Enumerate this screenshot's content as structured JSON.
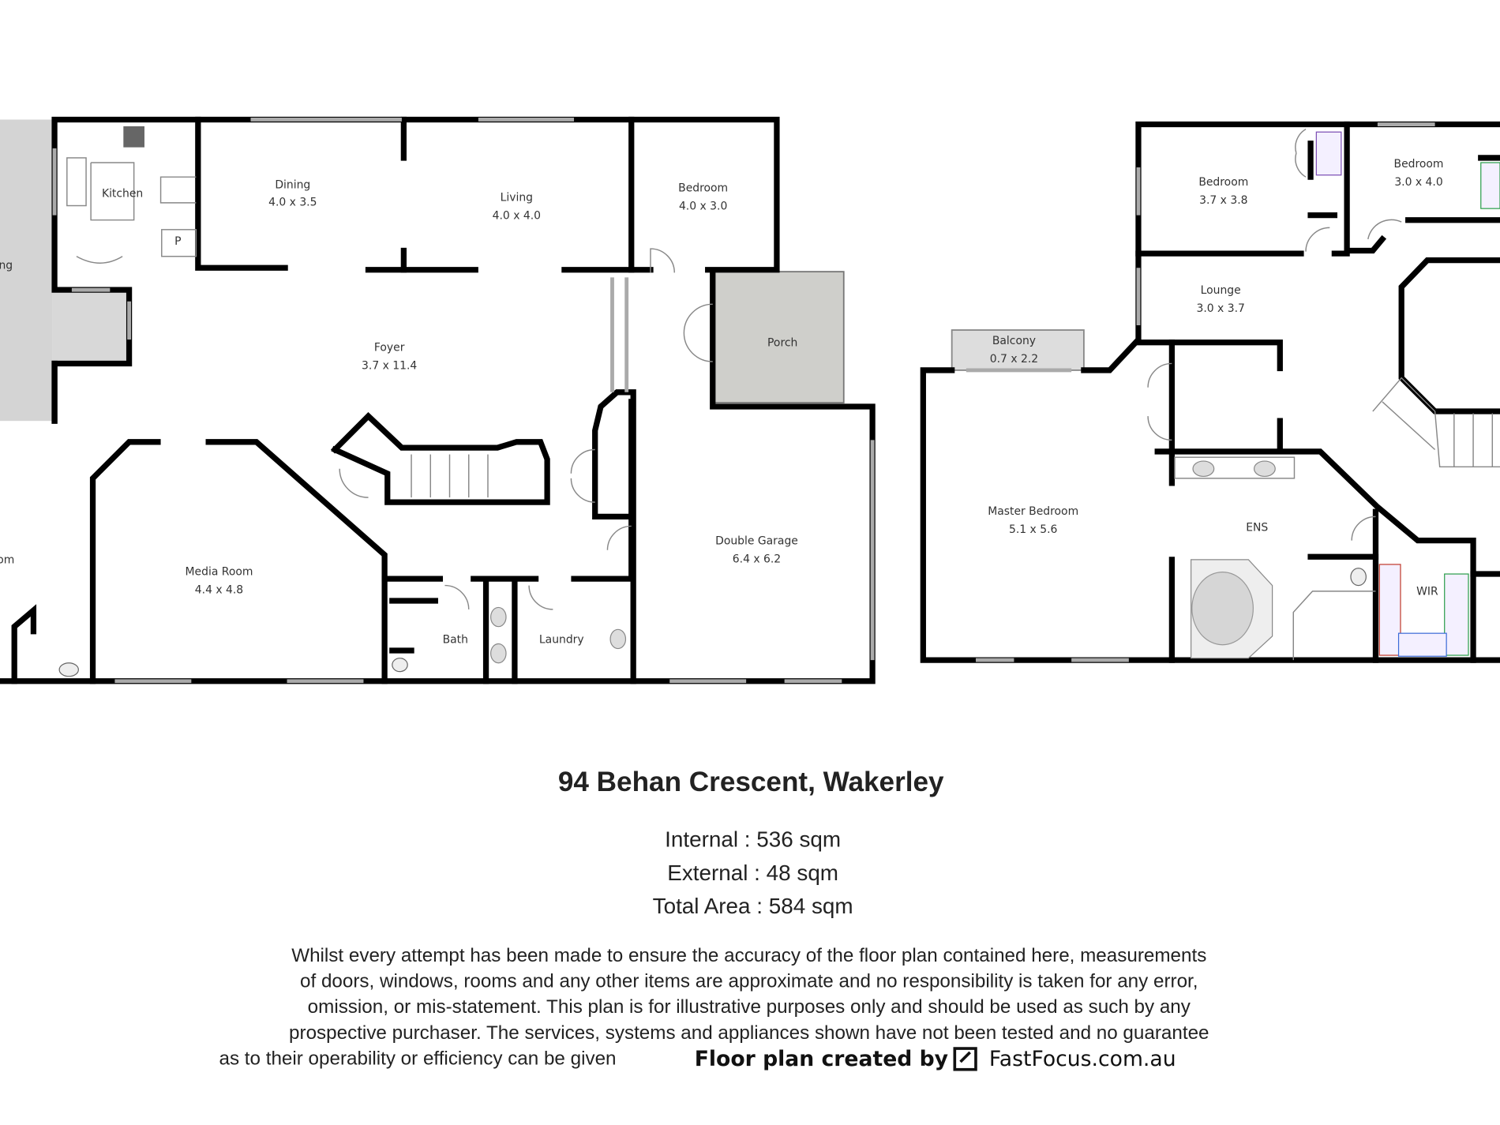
{
  "floor_plan": {
    "ground_floor": {
      "rooms": [
        {
          "name": "Kitchen",
          "size": ""
        },
        {
          "name": "Dining",
          "size": "4.0 x 3.5"
        },
        {
          "name": "Living",
          "size": "4.0 x 4.0"
        },
        {
          "name": "Bedroom",
          "size": "4.0 x 3.0"
        },
        {
          "name": "Foyer",
          "size": "3.7 x 11.4"
        },
        {
          "name": "Porch",
          "size": ""
        },
        {
          "name": "Media Room",
          "size": "4.4 x 4.8"
        },
        {
          "name": "Double Garage",
          "size": "6.4 x 6.2"
        },
        {
          "name": "Bath",
          "size": ""
        },
        {
          "name": "Laundry",
          "size": ""
        },
        {
          "name": "P",
          "size": ""
        }
      ],
      "cut_off_labels": [
        "ng",
        "om"
      ]
    },
    "upper_floor": {
      "rooms": [
        {
          "name": "Bedroom",
          "size": "3.7 x 3.8"
        },
        {
          "name": "Bedroom",
          "size": "3.0 x 4.0"
        },
        {
          "name": "Lounge",
          "size": "3.0 x 3.7"
        },
        {
          "name": "Balcony",
          "size": "0.7 x 2.2"
        },
        {
          "name": "Master Bedroom",
          "size": "5.1 x 5.6"
        },
        {
          "name": "ENS",
          "size": ""
        },
        {
          "name": "WIR",
          "size": ""
        }
      ]
    },
    "colors": {
      "wall": "#000000",
      "outdoor_fill": "#d4d4d4",
      "window": "#aaaaaa"
    }
  },
  "footer": {
    "address": "94 Behan Crescent, Wakerley",
    "internal": "Internal : 536 sqm",
    "external": "External : 48 sqm",
    "total": "Total Area : 584 sqm",
    "disclaimer": [
      "Whilst every attempt has been made to ensure the accuracy of the floor plan contained here, measurements",
      "of doors, windows, rooms and any other items are approximate and no responsibility is taken for any error,",
      "omission, or mis-statement. This plan is for illustrative purposes only and should be used as such by any",
      "prospective purchaser. The services, systems and appliances shown have not been tested and no guarantee",
      "as to their operability or efficiency can be given"
    ],
    "credit": "Floor plan created by",
    "brand": "FastFocus.com.au"
  }
}
